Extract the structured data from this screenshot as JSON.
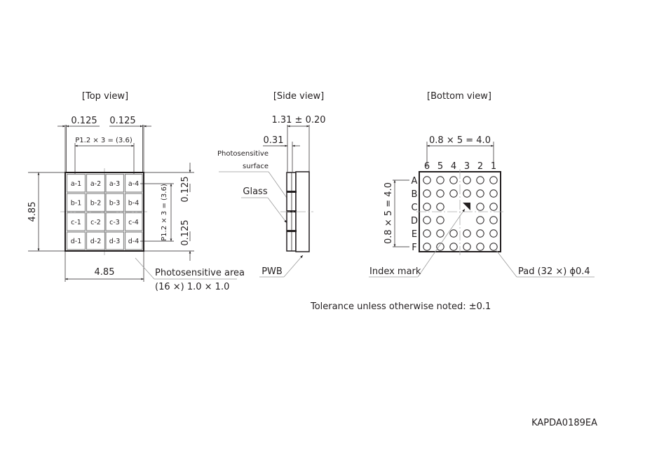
{
  "top_view": {
    "title": "[Top view]",
    "dim_top_left": "0.125",
    "dim_top_right": "0.125",
    "pitch_horizontal": "P1.2 × 3 = (3.6)",
    "height_dim": "4.85",
    "width_dim": "4.85",
    "pitch_vertical": "P1.2 × 3 = (3.6)",
    "dim_right_top": "0.125",
    "dim_right_bottom": "0.125",
    "cells": [
      [
        "a-1",
        "a-2",
        "a-3",
        "a-4"
      ],
      [
        "b-1",
        "b-2",
        "b-3",
        "b-4"
      ],
      [
        "c-1",
        "c-2",
        "c-3",
        "c-4"
      ],
      [
        "d-1",
        "d-2",
        "d-3",
        "d-4"
      ]
    ],
    "area_label_line1": "Photosensitive area",
    "area_label_line2": "(16 ×) 1.0 × 1.0"
  },
  "side_view": {
    "title": "[Side view]",
    "thickness_dim": "1.31 ± 0.20",
    "glass_dim": "0.31",
    "photosensitive_surface_line1": "Photosensitive",
    "photosensitive_surface_line2": "surface",
    "glass_label": "Glass",
    "pwb_label": "PWB"
  },
  "bottom_view": {
    "title": "[Bottom view]",
    "horizontal_dim": "0.8 × 5 = 4.0",
    "vertical_dim": "0.8 × 5 = 4.0",
    "columns": [
      "6",
      "5",
      "4",
      "3",
      "2",
      "1"
    ],
    "rows": [
      "A",
      "B",
      "C",
      "D",
      "E",
      "F"
    ],
    "pad_map": [
      [
        1,
        1,
        1,
        1,
        1,
        1
      ],
      [
        1,
        1,
        1,
        1,
        1,
        1
      ],
      [
        1,
        1,
        0,
        0,
        1,
        1
      ],
      [
        1,
        1,
        0,
        0,
        1,
        1
      ],
      [
        1,
        1,
        1,
        1,
        1,
        1
      ],
      [
        1,
        1,
        1,
        1,
        1,
        1
      ]
    ],
    "index_mark_label": "Index mark",
    "pad_label": "Pad (32 ×) ϕ0.4"
  },
  "tolerance_note": "Tolerance unless otherwise noted: ±0.1",
  "drawing_code": "KAPDA0189EA"
}
